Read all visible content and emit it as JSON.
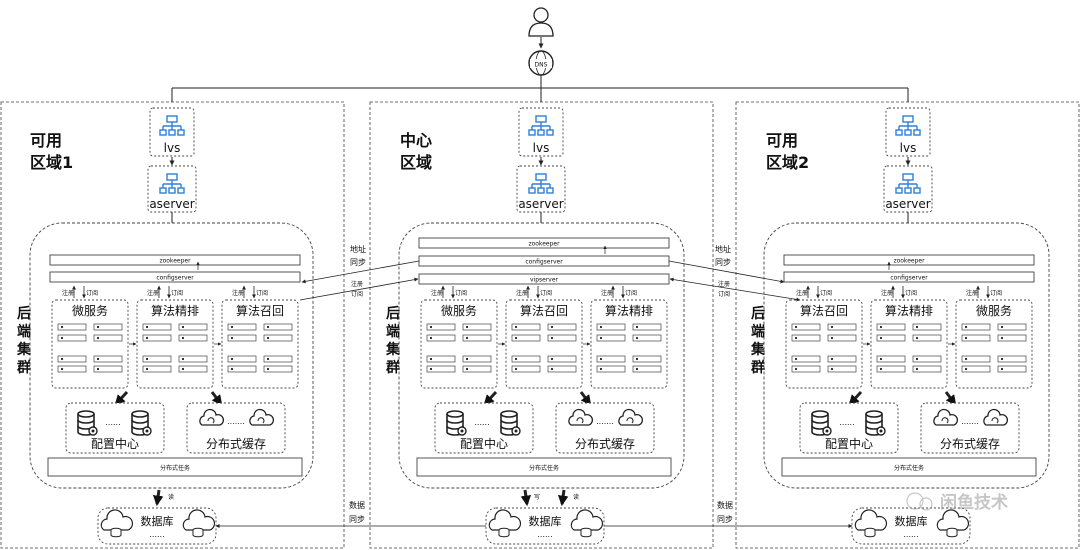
{
  "user_icon": "user-icon",
  "dns_label": "DNS",
  "zones": [
    {
      "title_line1": "可用",
      "title_line2": "区域1",
      "lvs": "lvs",
      "aserver": "aserver",
      "cluster_label": [
        "后",
        "端",
        "集",
        "群"
      ],
      "bars": [
        "zookeeper",
        "configserver"
      ],
      "register": "注册",
      "subscribe": "订阅",
      "services": [
        "微服务",
        "算法精排",
        "算法召回"
      ],
      "config_center": "配置中心",
      "distributed_cache": "分布式缓存",
      "distributed_task": "分布式任务",
      "db_label": "数据库",
      "db_dots": "......",
      "db_op": [
        "读"
      ]
    },
    {
      "title_line1": "中心",
      "title_line2": "区域",
      "lvs": "lvs",
      "aserver": "aserver",
      "cluster_label": [
        "后",
        "端",
        "集",
        "群"
      ],
      "bars": [
        "zookeeper",
        "configserver",
        "vipserver"
      ],
      "register": "注册",
      "subscribe": "订阅",
      "services": [
        "微服务",
        "算法召回",
        "算法精排"
      ],
      "config_center": "配置中心",
      "distributed_cache": "分布式缓存",
      "distributed_task": "分布式任务",
      "db_label": "数据库",
      "db_dots": "......",
      "db_op": [
        "写",
        "读"
      ]
    },
    {
      "title_line1": "可用",
      "title_line2": "区域2",
      "lvs": "lvs",
      "aserver": "aserver",
      "cluster_label": [
        "后",
        "端",
        "集",
        "群"
      ],
      "bars": [
        "zookeeper",
        "configserver"
      ],
      "register": "注册",
      "subscribe": "订阅",
      "services": [
        "算法召回",
        "算法精排",
        "微服务"
      ],
      "config_center": "配置中心",
      "distributed_cache": "分布式缓存",
      "distributed_task": "分布式任务",
      "db_label": "数据库",
      "db_dots": "......",
      "db_op": []
    }
  ],
  "sync_labels": {
    "address_sync_1": "地址",
    "address_sync_2": "同步",
    "reg_sub_1": "注册",
    "reg_sub_2": "订阅",
    "data_sync_1": "数据",
    "data_sync_2": "同步"
  },
  "watermark": "闲鱼技术",
  "colors": {
    "icon_blue": "#2f7fd6",
    "line": "#222222",
    "dashed": "#555555"
  }
}
